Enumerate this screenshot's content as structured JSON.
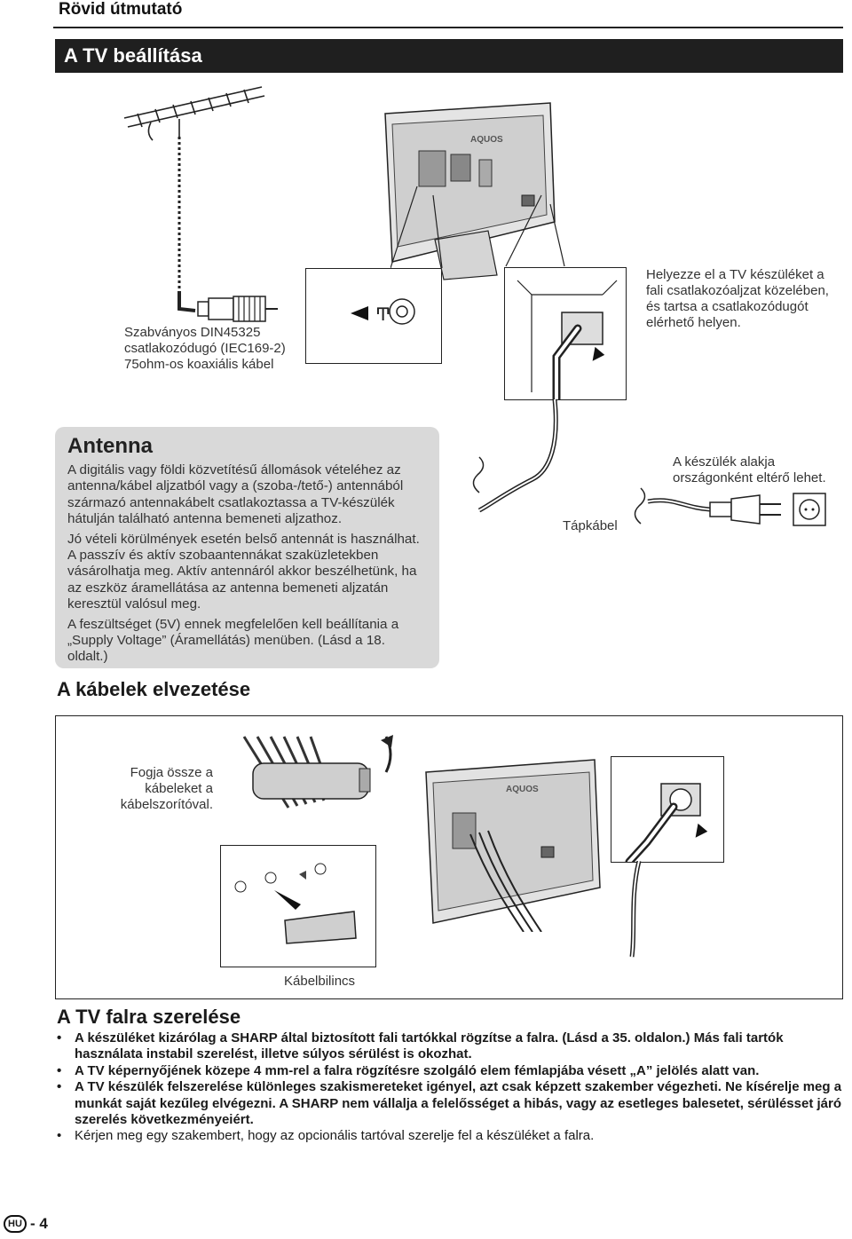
{
  "header": {
    "title": "Rövid útmutató"
  },
  "section_setup": {
    "title": "A TV beállítása"
  },
  "captions": {
    "coax_cable": "Szabványos DIN45325 csatlakozódugó (IEC169-2) 75ohm-os koaxiális kábel",
    "place_tv": "Helyezze el a TV készüléket a fali csatlakozóaljzat közelében, és tartsa a csatlakozódugót elérhető helyen.",
    "power_cable": "Tápkábel",
    "plug_shape": "A készülék alakja országonként eltérő lehet.",
    "bundle_cables": "Fogja össze a kábeleket a kábelszorítóval.",
    "cable_clamp": "Kábelbilincs",
    "brand_label": "AQUOS"
  },
  "antenna": {
    "title": "Antenna",
    "paragraphs": [
      "A digitális vagy földi közvetítésű állomások vételéhez az antenna/kábel aljzatból vagy a (szoba-/tető-) antennából származó antennakábelt csatlakoztassa a TV-készülék hátulján található antenna bemeneti aljzathoz.",
      "Jó vételi körülmények esetén belső antennát is használhat. A passzív és aktív szobaantennákat szaküzletekben vásárolhatja meg. Aktív antennáról akkor beszélhetünk, ha az eszköz áramellátása az antenna bemeneti aljzatán keresztül valósul meg.",
      "A feszültséget (5V) ennek megfelelően kell beállítania a „Supply Voltage” (Áramellátás) menüben. (Lásd a 18. oldalt.)"
    ]
  },
  "section_cables": {
    "title": "A kábelek elvezetése"
  },
  "section_wall": {
    "title": "A TV falra szerelése",
    "bullets": [
      "A készüléket kizárólag a SHARP által biztosított fali tartókkal rögzítse a falra. (Lásd a 35. oldalon.) Más fali tartók használata instabil szerelést, illetve súlyos sérülést is okozhat.",
      "A TV képernyőjének közepe 4 mm-rel a falra rögzítésre szolgáló elem fémlapjába vésett „A” jelölés alatt van.",
      "A TV készülék felszerelése különleges szakismereteket igényel, azt csak képzett szakember végezheti. Ne kísérelje meg a munkát saját kezűleg elvégezni. A SHARP nem vállalja a felelősséget a hibás, vagy az esetleges balesetet, sérülésset járó szerelés következményeiért.",
      "Kérjen meg egy szakembert, hogy az opcionális tartóval szerelje fel a készüléket a falra."
    ]
  },
  "footer": {
    "lang_badge": "HU",
    "page": "- 4"
  },
  "icons": {
    "antenna": "roof-antenna-icon",
    "antenna_socket": "antenna-socket-icon",
    "wall_outlet": "wall-outlet-icon",
    "power_plug": "power-plug-icon",
    "tv_back": "tv-rear-panel-icon"
  }
}
